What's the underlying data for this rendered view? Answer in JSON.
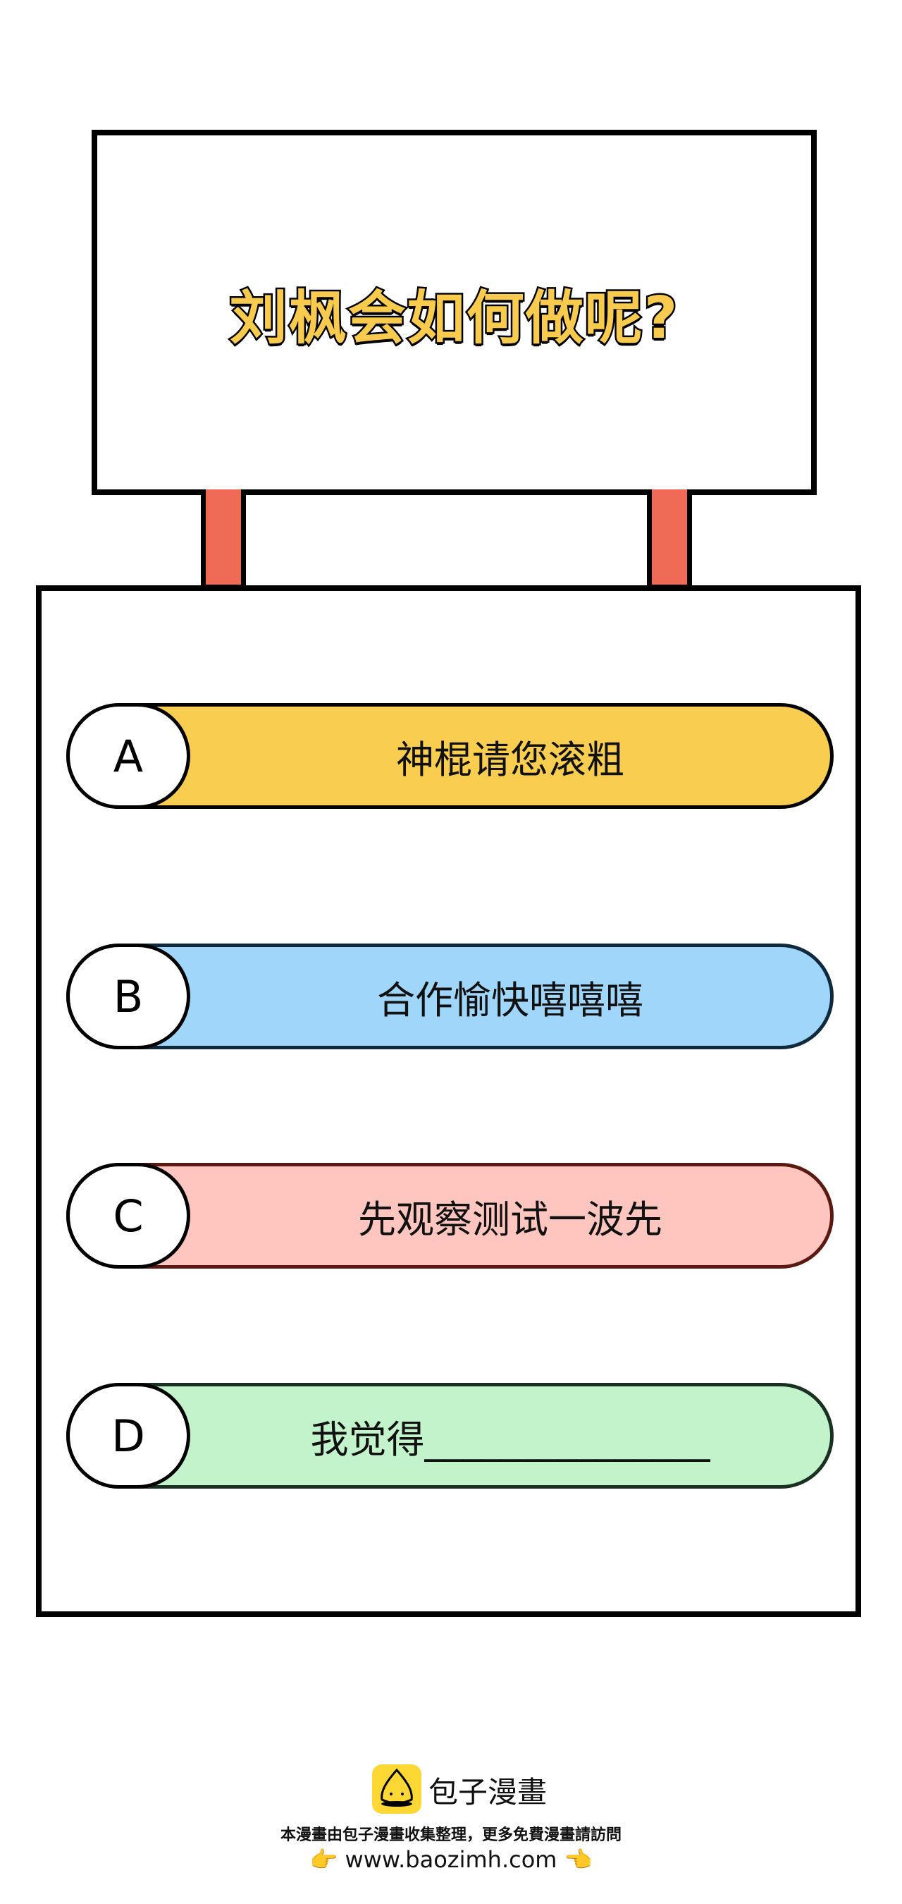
{
  "question": "刘枫会如何做呢?",
  "options": [
    {
      "letter": "A",
      "text": "神棍请您滚粗",
      "color": "#F8CD50",
      "border": "#000000"
    },
    {
      "letter": "B",
      "text": "合作愉快嘻嘻嘻",
      "color": "#A0D6FA",
      "border": "#0F2A3D"
    },
    {
      "letter": "C",
      "text": "先观察测试一波先",
      "color": "#FFC6C0",
      "border": "#5A1A12"
    },
    {
      "letter": "D",
      "text": "我觉得_______________",
      "color": "#C3F3CB",
      "border": "#1A3020"
    }
  ],
  "footer": {
    "brand": "包子漫畫",
    "notice": "本漫畫由包子漫畫收集整理，更多免費漫畫請訪問",
    "url": "www.baozimh.com",
    "pointer_left": "👉",
    "pointer_right": "👈"
  },
  "colors": {
    "post": "#EF6B55",
    "title": "#F8CB4E"
  }
}
